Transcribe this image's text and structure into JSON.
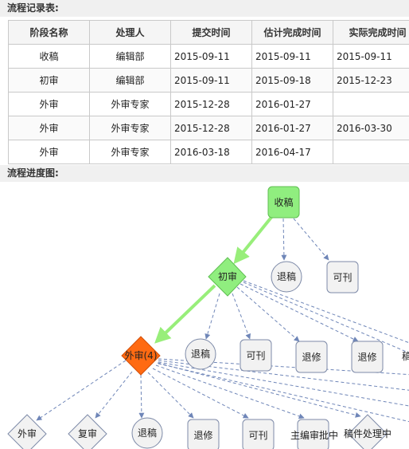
{
  "records_title": "流程记录表:",
  "progress_title": "流程进度图:",
  "table": {
    "headers": [
      "阶段名称",
      "处理人",
      "提交时间",
      "估计完成时间",
      "实际完成时间"
    ],
    "rows": [
      [
        "收稿",
        "编辑部",
        "2015-09-11",
        "2015-09-11",
        "2015-09-11"
      ],
      [
        "初审",
        "编辑部",
        "2015-09-11",
        "2015-09-18",
        "2015-12-23"
      ],
      [
        "外审",
        "外审专家",
        "2015-12-28",
        "2016-01-27",
        ""
      ],
      [
        "外审",
        "外审专家",
        "2015-12-28",
        "2016-01-27",
        "2016-03-30"
      ],
      [
        "外审",
        "外审专家",
        "2016-03-18",
        "2016-04-17",
        ""
      ]
    ]
  },
  "flow": {
    "nodes": {
      "shougao": "收稿",
      "chushen": "初审",
      "waishen_active": "外审(4)",
      "tuigao_1": "退稿",
      "kekan_1": "可刊",
      "tuigao_2": "退稿",
      "kekan_2": "可刊",
      "tuixiu_2": "退修",
      "tuixiu_3": "退修",
      "gao_clipped": "稿",
      "waishen_sub": "外审",
      "fushen": "复审",
      "tuigao_3": "退稿",
      "tuixiu_4": "退修",
      "kekan_3": "可刊",
      "zhubian": "主编审批中",
      "gaojian": "稿件处理中"
    },
    "colors": {
      "done": "#90ee7f",
      "done_stroke": "#5fbf52",
      "current": "#ff6a12",
      "current_stroke": "#d2500a",
      "pending_fill": "#f2f2f2",
      "pending_stroke": "#7d8aa8",
      "edge_done": "#98ee7a",
      "edge_pending": "#6f86b8"
    }
  }
}
